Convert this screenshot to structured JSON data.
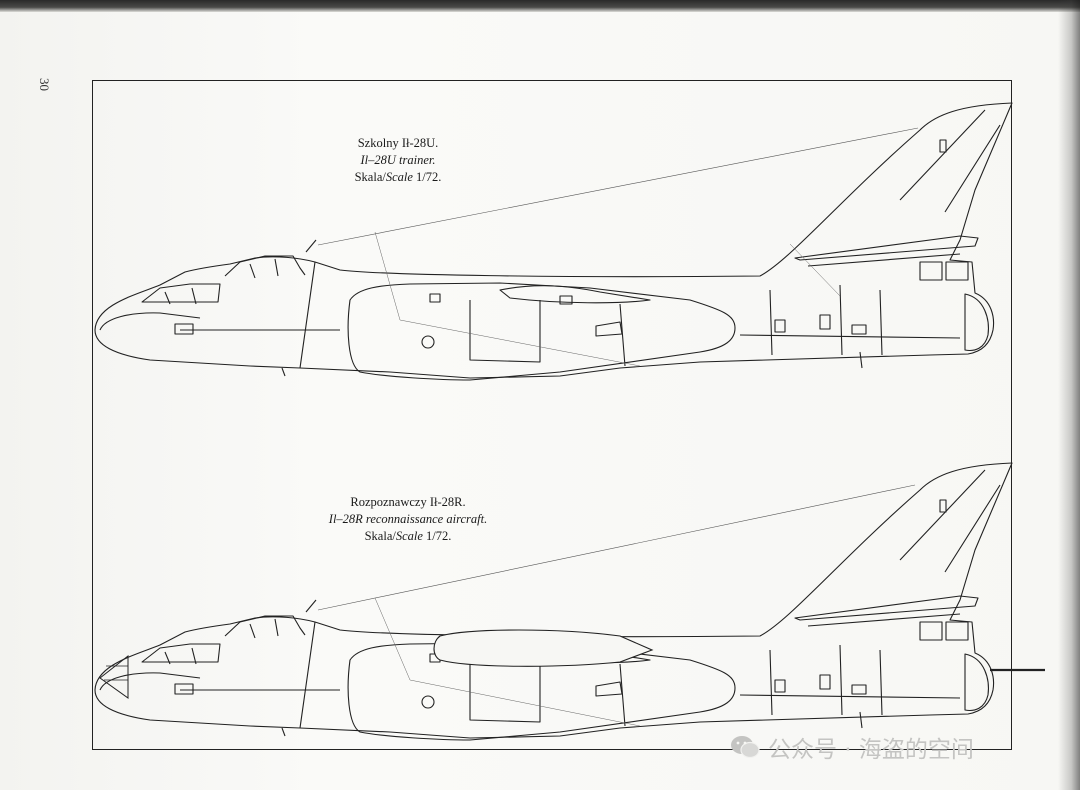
{
  "page": {
    "number": "30"
  },
  "figures": [
    {
      "title_pl": "Szkolny Ił-28U.",
      "title_en": "Il–28U trainer.",
      "scale_pl": "Skala/",
      "scale_en": "Scale",
      "scale_value": " 1/72."
    },
    {
      "title_pl": "Rozpoznawczy Ił-28R.",
      "title_en": "Il–28R reconnaissance aircraft.",
      "scale_pl": "Skala/",
      "scale_en": "Scale",
      "scale_value": " 1/72."
    }
  ],
  "watermark": {
    "text": "公众号 · 海盗的空间",
    "icon": "wechat-icon"
  },
  "colors": {
    "ink": "#222222",
    "paper": "#f7f7f4",
    "watermark": "#c4c4c2"
  }
}
